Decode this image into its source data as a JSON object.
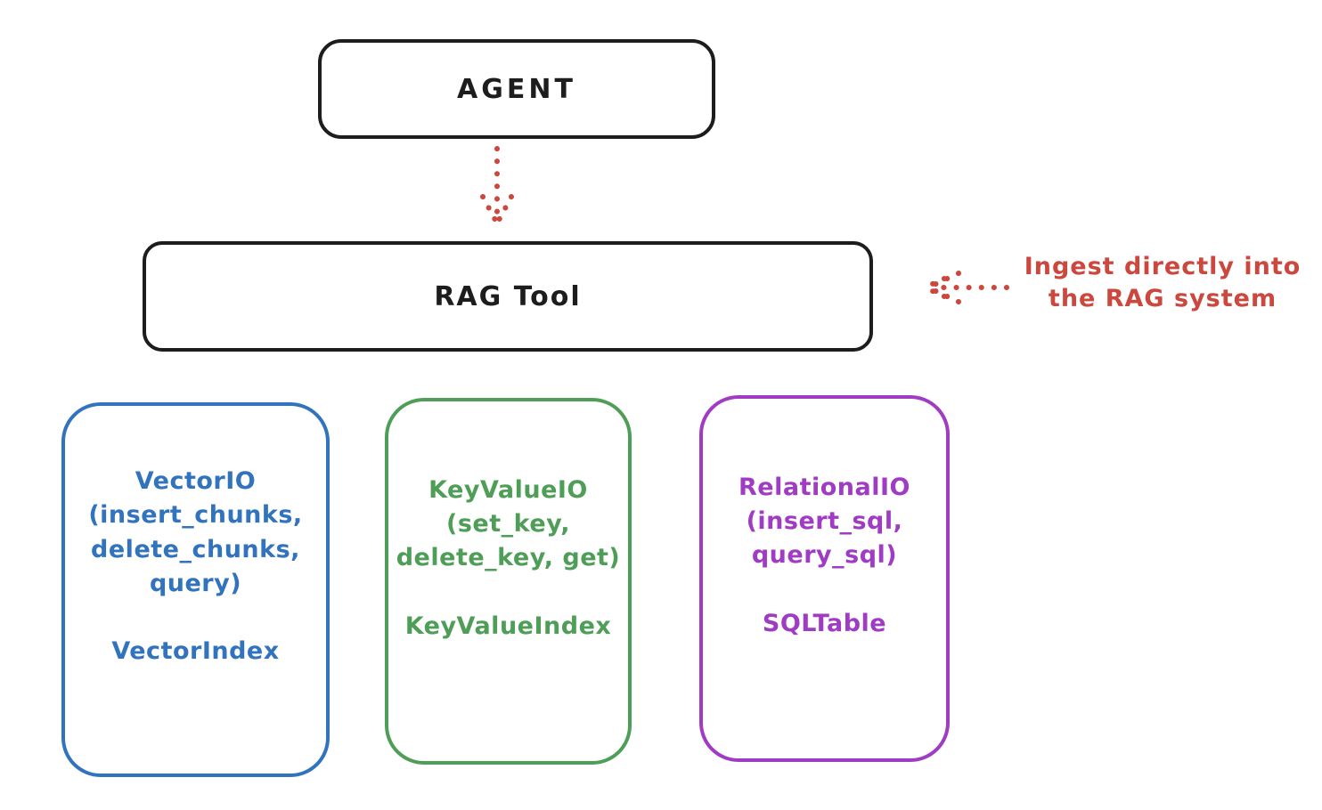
{
  "diagram": {
    "agent": {
      "label": "AGENT"
    },
    "rag_tool": {
      "label": "RAG Tool"
    },
    "annotation": {
      "line1": "Ingest directly into",
      "line2": "the RAG system"
    },
    "backends": [
      {
        "id": "vector-io",
        "color": "#3273bd",
        "lines": [
          "VectorIO",
          "(insert_chunks,",
          "delete_chunks,",
          "query)"
        ],
        "index_label": "VectorIndex"
      },
      {
        "id": "keyvalue-io",
        "color": "#4f9e58",
        "lines": [
          "KeyValueIO",
          "(set_key,",
          "delete_key, get)"
        ],
        "index_label": "KeyValueIndex"
      },
      {
        "id": "relational-io",
        "color": "#a03bc4",
        "lines": [
          "RelationalIO",
          "(insert_sql,",
          "query_sql)"
        ],
        "index_label": "SQLTable"
      }
    ],
    "colors": {
      "stroke": "#1d1d1d",
      "annotation_red": "#cc473d",
      "background": "#ffffff"
    }
  }
}
